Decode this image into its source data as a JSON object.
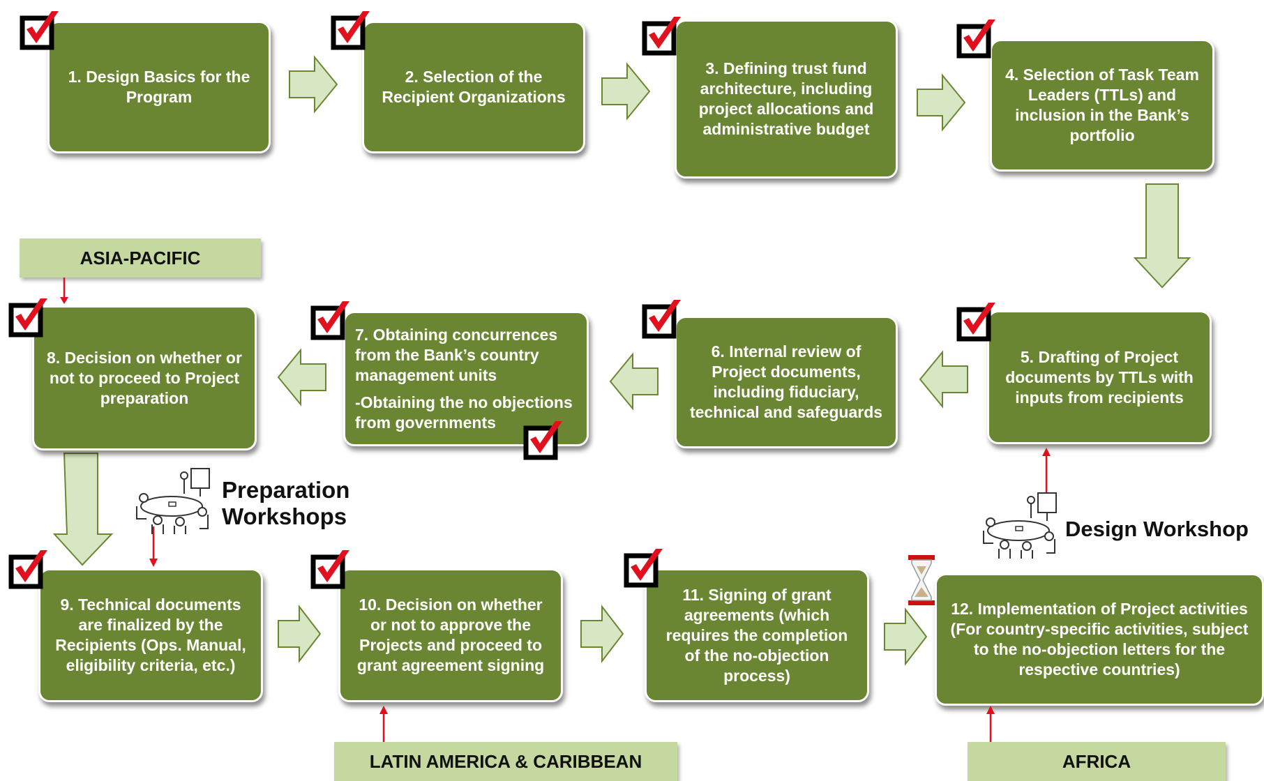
{
  "steps": {
    "s1": "1.  Design Basics for the Program",
    "s2": "2.  Selection of the Recipient Organizations",
    "s3": "3.  Defining trust fund architecture, including project allocations and administrative budget",
    "s4": "4.  Selection of Task Team Leaders (TTLs) and inclusion in the Bank’s portfolio",
    "s5": "5.  Drafting of Project documents by TTLs with inputs from recipients",
    "s6": "6.  Internal review of Project documents, including fiduciary, technical and safeguards",
    "s7a": "7. Obtaining concurrences from the Bank’s country management units",
    "s7b": "-Obtaining the no objections from governments",
    "s8": "8.  Decision on whether or not to proceed to Project preparation",
    "s9": "9.  Technical documents are finalized by the Recipients (Ops. Manual, eligibility criteria, etc.)",
    "s10": "10.  Decision on whether or not to approve the Projects and proceed to grant agreement signing",
    "s11": "11.  Signing of grant agreements (which requires the completion of the no-objection process)",
    "s12": "12.  Implementation of Project activities (For country-specific activities, subject to the no-objection letters  for the respective countries)"
  },
  "regions": {
    "asia": "ASIA-PACIFIC",
    "latam": "LATIN AMERICA & CARIBBEAN",
    "africa": "AFRICA"
  },
  "workshops": {
    "preparation": "Preparation Workshops",
    "design": "Design Workshop"
  },
  "icons": {
    "check": "checkmark-icon",
    "hourglass": "hourglass-icon",
    "meeting": "meeting-table-icon"
  },
  "colors": {
    "step_fill": "#6b8632",
    "arrow_fill": "#d8e7c3",
    "arrow_stroke": "#6b8632",
    "region_fill": "#c5d8a0",
    "check_red": "#e0101e",
    "connector_red": "#e0101e"
  }
}
